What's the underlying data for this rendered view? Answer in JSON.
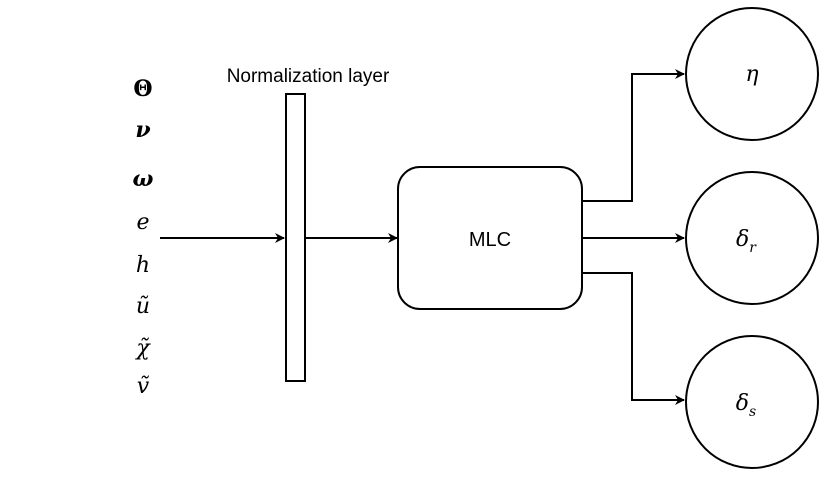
{
  "inputs": {
    "theta": "Θ",
    "nu": "ν",
    "omega": "ω",
    "e": "e",
    "h": "h",
    "u_tilde": "ũ",
    "chi_tilde": "χ̃",
    "v_tilde": "ṽ"
  },
  "normalization": {
    "label": "Normalization layer"
  },
  "mlc": {
    "label": "MLC"
  },
  "outputs": {
    "eta": {
      "label": "η"
    },
    "delta_r": {
      "symbol": "δ",
      "sub": "r"
    },
    "delta_s": {
      "symbol": "δ",
      "sub": "s"
    }
  }
}
